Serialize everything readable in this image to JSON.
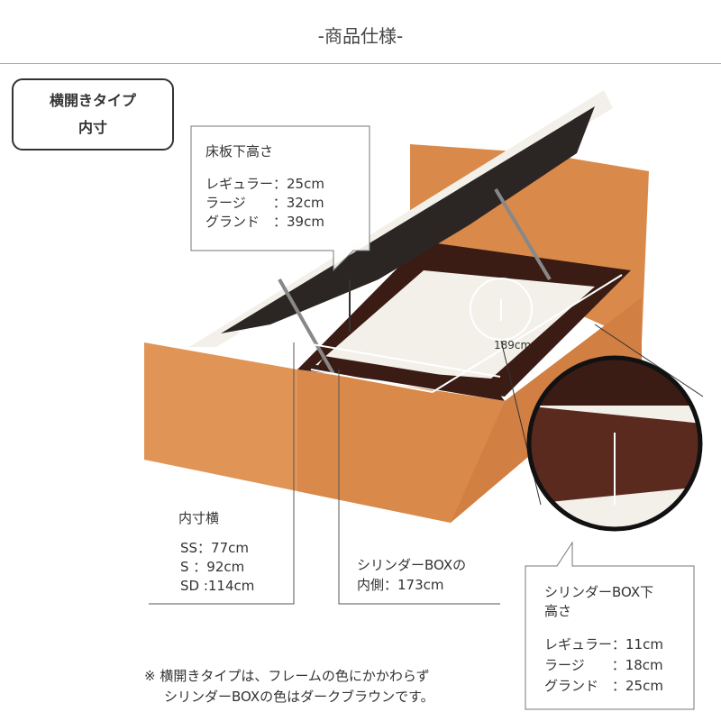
{
  "title": "-商品仕様-",
  "type_box": {
    "line1": "横開きタイプ",
    "line2": "内寸"
  },
  "floor_height": {
    "heading": "床板下高さ",
    "rows": [
      "レギュラー：25cm",
      "ラージ　　：32cm",
      "グランド　：39cm"
    ]
  },
  "inner_width": {
    "heading": "内寸横",
    "rows": [
      "SS：77cm",
      "S ：92cm",
      "SD :114cm"
    ]
  },
  "cylinder_inner": {
    "line1": "シリンダーBOXの",
    "line2": "内側：173cm"
  },
  "length_label": "189cm",
  "cylinder_under": {
    "heading1": "シリンダーBOX下",
    "heading2": "高さ",
    "rows": [
      "レギュラー：11cm",
      "ラージ　　：18cm",
      "グランド　：25cm"
    ]
  },
  "note": {
    "line1": "※ 横開きタイプは、フレームの色にかかわらず",
    "line2": "シリンダーBOXの色はダークブラウンです。"
  },
  "colors": {
    "frame": "#d98a4a",
    "frame_side": "#c9733a",
    "box": "#3a1c14",
    "mattress": "#f3f0ea",
    "lid_under": "#2b2624"
  }
}
